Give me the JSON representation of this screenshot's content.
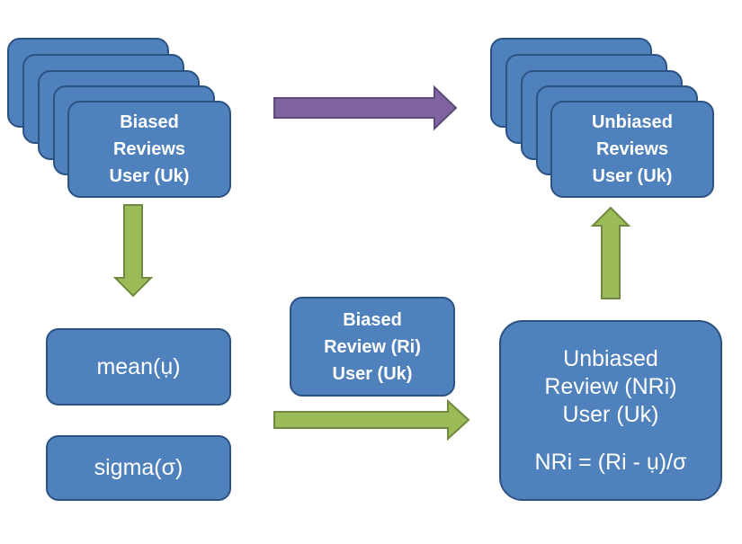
{
  "biased_stack": {
    "lines": [
      "Biased",
      "Reviews",
      "User (Uk)"
    ]
  },
  "unbiased_stack": {
    "lines": [
      "Unbiased",
      "Reviews",
      "User (Uk)"
    ]
  },
  "mean_box": {
    "label": "mean(ụ)"
  },
  "sigma_box": {
    "label": "sigma(σ)"
  },
  "biased_review_box": {
    "lines": [
      "Biased",
      "Review (Ri)",
      "User (Uk)"
    ]
  },
  "unbiased_review_box": {
    "lines": [
      "Unbiased",
      "Review (NRi)",
      "User (Uk)"
    ],
    "formula": "NRi = (Ri - ụ)/σ"
  },
  "colors": {
    "box_fill": "#4f81bd",
    "box_border": "#2c5282",
    "green_arrow": "#8fb548",
    "purple_arrow": "#8064a2"
  }
}
